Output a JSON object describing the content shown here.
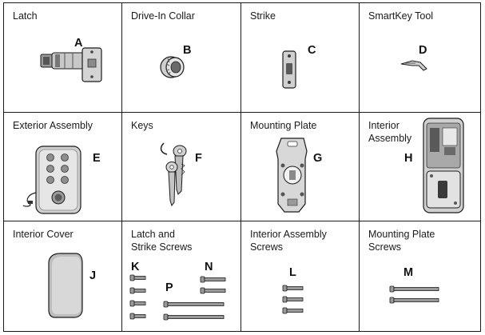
{
  "cells": [
    {
      "label": "Latch",
      "letter": "A",
      "icon": "latch-illustration"
    },
    {
      "label": "Drive-In Collar",
      "letter": "B",
      "icon": "drive-in-collar-illustration"
    },
    {
      "label": "Strike",
      "letter": "C",
      "icon": "strike-plate-illustration"
    },
    {
      "label": "SmartKey Tool",
      "letter": "D",
      "icon": "smartkey-tool-illustration"
    },
    {
      "label": "Exterior Assembly",
      "letter": "E",
      "icon": "exterior-keypad-assembly-illustration"
    },
    {
      "label": "Keys",
      "letter": "F",
      "icon": "keys-illustration"
    },
    {
      "label": "Mounting Plate",
      "letter": "G",
      "icon": "mounting-plate-illustration"
    },
    {
      "label_lines": [
        "Interior",
        "Assembly"
      ],
      "letter": "H",
      "icon": "interior-assembly-illustration"
    },
    {
      "label": "Interior Cover",
      "letter": "J",
      "icon": "interior-cover-illustration"
    },
    {
      "label_lines": [
        "Latch and",
        "Strike Screws"
      ],
      "letters": [
        "K",
        "N",
        "P"
      ],
      "icon": "screws-illustration"
    },
    {
      "label_lines": [
        "Interior Assembly",
        "Screws"
      ],
      "letter": "L",
      "icon": "screws-illustration"
    },
    {
      "label_lines": [
        "Mounting Plate",
        "Screws"
      ],
      "letter": "M",
      "icon": "long-screws-illustration"
    }
  ],
  "colors": {
    "line": "#1b1b1b",
    "metal": "#b9b9b9",
    "dark": "#3a3a3a"
  }
}
